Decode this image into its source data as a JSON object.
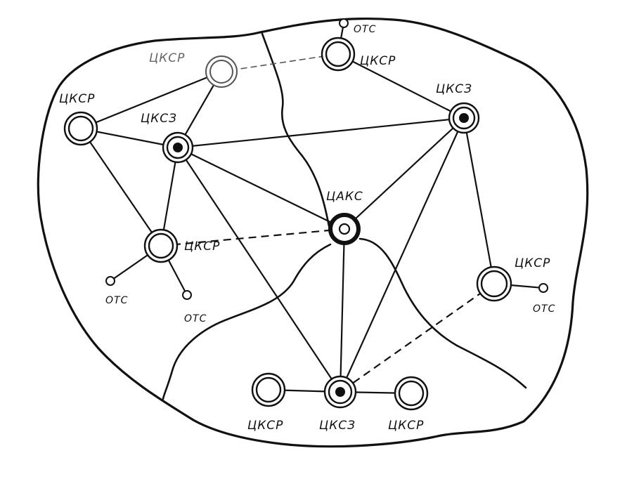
{
  "labels": {
    "ckcp": "ЦКСР",
    "ckc3": "ЦКСЗ",
    "cakc": "ЦАКС",
    "otc": "ОТС"
  },
  "colors": {
    "ink": "#111111",
    "paper": "#ffffff"
  }
}
